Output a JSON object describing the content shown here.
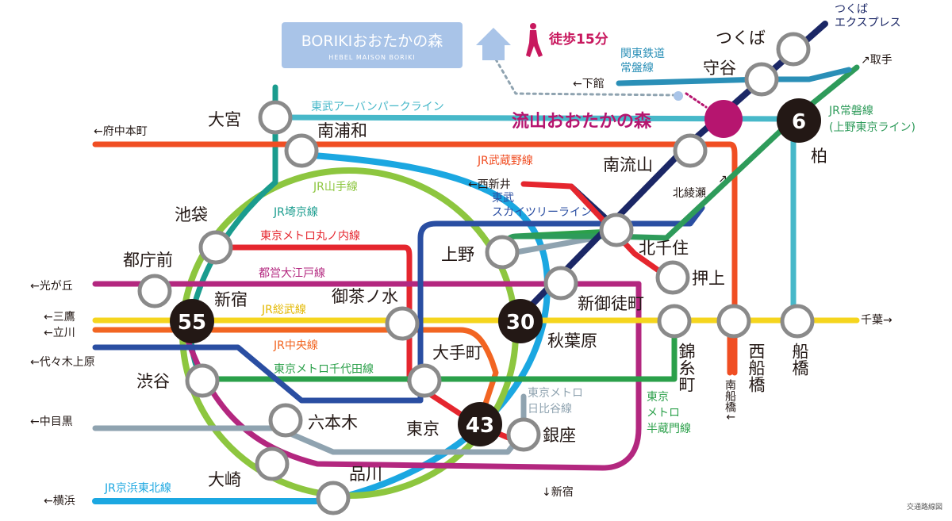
{
  "brand": {
    "name": "BORIKIおおたかの森",
    "sub": "HEBEL MAISON BORIKI"
  },
  "walk": "徒歩15分",
  "highlight_station": "流山おおたかの森",
  "footer": "交通路線図",
  "stations": {
    "tsukuba": "つくば",
    "moriya": "守谷",
    "kashiwa": "柏",
    "minaminagareyama": "南流山",
    "omiya": "大宮",
    "minamiurawa": "南浦和",
    "ikebukuro": "池袋",
    "tochomae": "都庁前",
    "shinjuku": "新宿",
    "shibuya": "渋谷",
    "roppongi": "六本木",
    "osaki": "大崎",
    "shinagawa": "品川",
    "tokyo": "東京",
    "ginza": "銀座",
    "otemachi": "大手町",
    "ochanomizu": "御茶ノ水",
    "ueno": "上野",
    "akihabara": "秋葉原",
    "shinokachimachi": "新御徒町",
    "kitasenju": "北千住",
    "oshiage": "押上",
    "kinshicho": "錦糸町",
    "nishifunabashi": "西船橋",
    "funabashi": "船橋"
  },
  "badges": {
    "shinjuku": "55",
    "akihabara": "30",
    "tokyo": "43",
    "kashiwa": "6"
  },
  "lines": {
    "tsukuba_express": "つくば\nエクスプレス",
    "kanto_tetsudo": "関東鉄道\n常盤線",
    "tobu_urban": "東武アーバンパークライン",
    "jr_joban": "JR常磐線\n(上野東京ライン)",
    "jr_musashino": "JR武蔵野線",
    "tobu_skytree": "東武\nスカイツリーライン",
    "jr_yamanote": "JR山手線",
    "jr_saikyo": "JR埼京線",
    "marunouchi": "東京メトロ丸ノ内線",
    "oedo": "都営大江戸線",
    "jr_sobu": "JR総武線",
    "jr_chuo": "JR中央線",
    "chiyoda": "東京メトロ千代田線",
    "hibiya": "東京メトロ\n日比谷線",
    "hanzomon": "東京\nメトロ\n半蔵門線",
    "jr_keihin_tohoku": "JR京浜東北線"
  },
  "directions": {
    "toride": "↗取手",
    "shimodate": "←下館",
    "fuchuhoncho": "←府中本町",
    "nishiarai": "←西新井",
    "kitaayase": "北綾瀬",
    "hikarigaoka": "←光が丘",
    "mitaka": "←三鷹",
    "tachikawa": "←立川",
    "yoyogiuehara": "←代々木上原",
    "nakameguro": "←中目黒",
    "yokohama": "←横浜",
    "chiba": "千葉→",
    "minamifunabashi": "南船橋↓",
    "shinjuku_down": "↓新宿"
  },
  "colors": {
    "yamanote": "#8dc63f",
    "keihin": "#1ba7e1",
    "saikyo": "#1a9c8e",
    "marunouchi": "#e5262e",
    "oedo": "#b3277f",
    "sobu": "#f5d51e",
    "chuo": "#f26522",
    "chiyoda": "#2ba04a",
    "hibiya": "#8fa3b0",
    "hanzomon": "#8b3f96",
    "tx": "#1b2766",
    "joban": "#2e9b5a",
    "kanto": "#2a8fb7",
    "tobu_urban": "#47b8c9",
    "skytree": "#2a4ea2",
    "musashino": "#f04e23",
    "highlight": "#b6156f",
    "badge": "#231815"
  }
}
